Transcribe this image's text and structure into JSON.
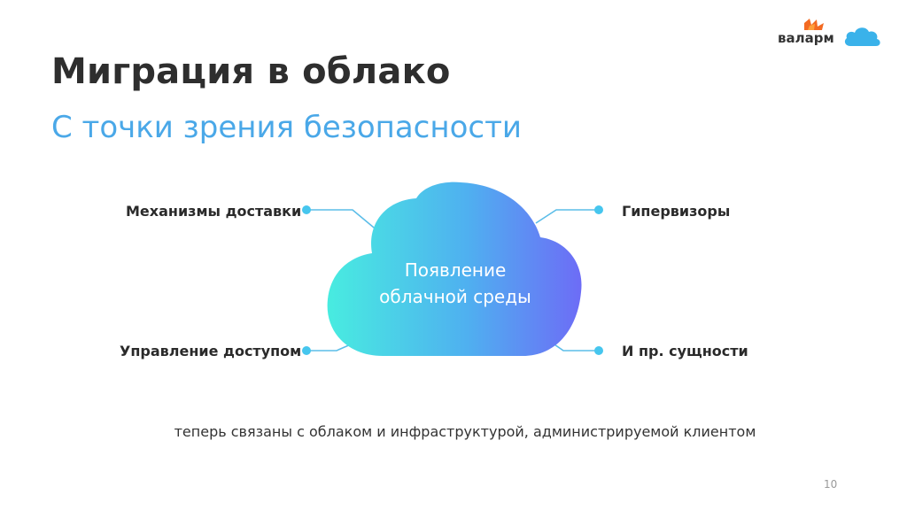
{
  "slide": {
    "title": "Миграция в облако",
    "subtitle": "С точки зрения безопасности",
    "brand": "валарм",
    "page_number": "10"
  },
  "diagram": {
    "center": "Появление облачной среды",
    "center_lines": [
      "Появление",
      "облачной среды"
    ],
    "nodes": {
      "top_left": "Механизмы доставки",
      "bottom_left": "Управление доступом",
      "top_right": "Гипервизоры",
      "bottom_right": "И пр. сущности"
    },
    "caption": "теперь связаны с облаком и инфраструктурой, администрируемой клиентом"
  },
  "colors": {
    "accent": "#4aa8e8",
    "cloud_start": "#46e6e0",
    "cloud_end": "#6f6ef6",
    "connector": "#5bbde8"
  },
  "icons": {
    "brand_mark": "valarm-flame-icon",
    "brand_cloud": "cloud-icon"
  }
}
